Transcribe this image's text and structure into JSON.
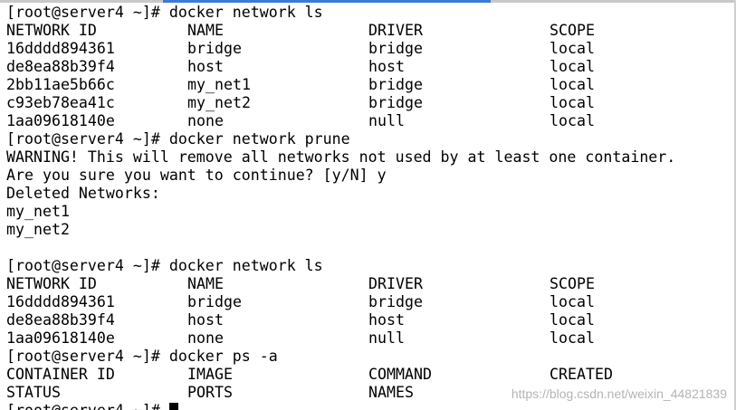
{
  "prompt": "[root@server4 ~]# ",
  "commands": {
    "network_ls": "docker network ls",
    "network_prune": "docker network prune",
    "ps_a": "docker ps -a"
  },
  "network_headers": [
    "NETWORK ID",
    "NAME",
    "DRIVER",
    "SCOPE"
  ],
  "networks_before": [
    [
      "16dddd894361",
      "bridge",
      "bridge",
      "local"
    ],
    [
      "de8ea88b39f4",
      "host",
      "host",
      "local"
    ],
    [
      "2bb11ae5b66c",
      "my_net1",
      "bridge",
      "local"
    ],
    [
      "c93eb78ea41c",
      "my_net2",
      "bridge",
      "local"
    ],
    [
      "1aa09618140e",
      "none",
      "null",
      "local"
    ]
  ],
  "prune_output": {
    "warning": "WARNING! This will remove all networks not used by at least one container.",
    "confirm": "Are you sure you want to continue? [y/N] y",
    "deleted_header": "Deleted Networks:",
    "deleted": [
      "my_net1",
      "my_net2"
    ]
  },
  "networks_after": [
    [
      "16dddd894361",
      "bridge",
      "bridge",
      "local"
    ],
    [
      "de8ea88b39f4",
      "host",
      "host",
      "local"
    ],
    [
      "1aa09618140e",
      "none",
      "null",
      "local"
    ]
  ],
  "ps_headers_row1": [
    "CONTAINER ID",
    "IMAGE",
    "COMMAND",
    "CREATED"
  ],
  "ps_headers_row2": [
    "STATUS",
    "PORTS",
    "NAMES"
  ],
  "last_prompt": "[root@server4 ~]# ",
  "watermark": "https://blog.csdn.net/weixin_44821839"
}
